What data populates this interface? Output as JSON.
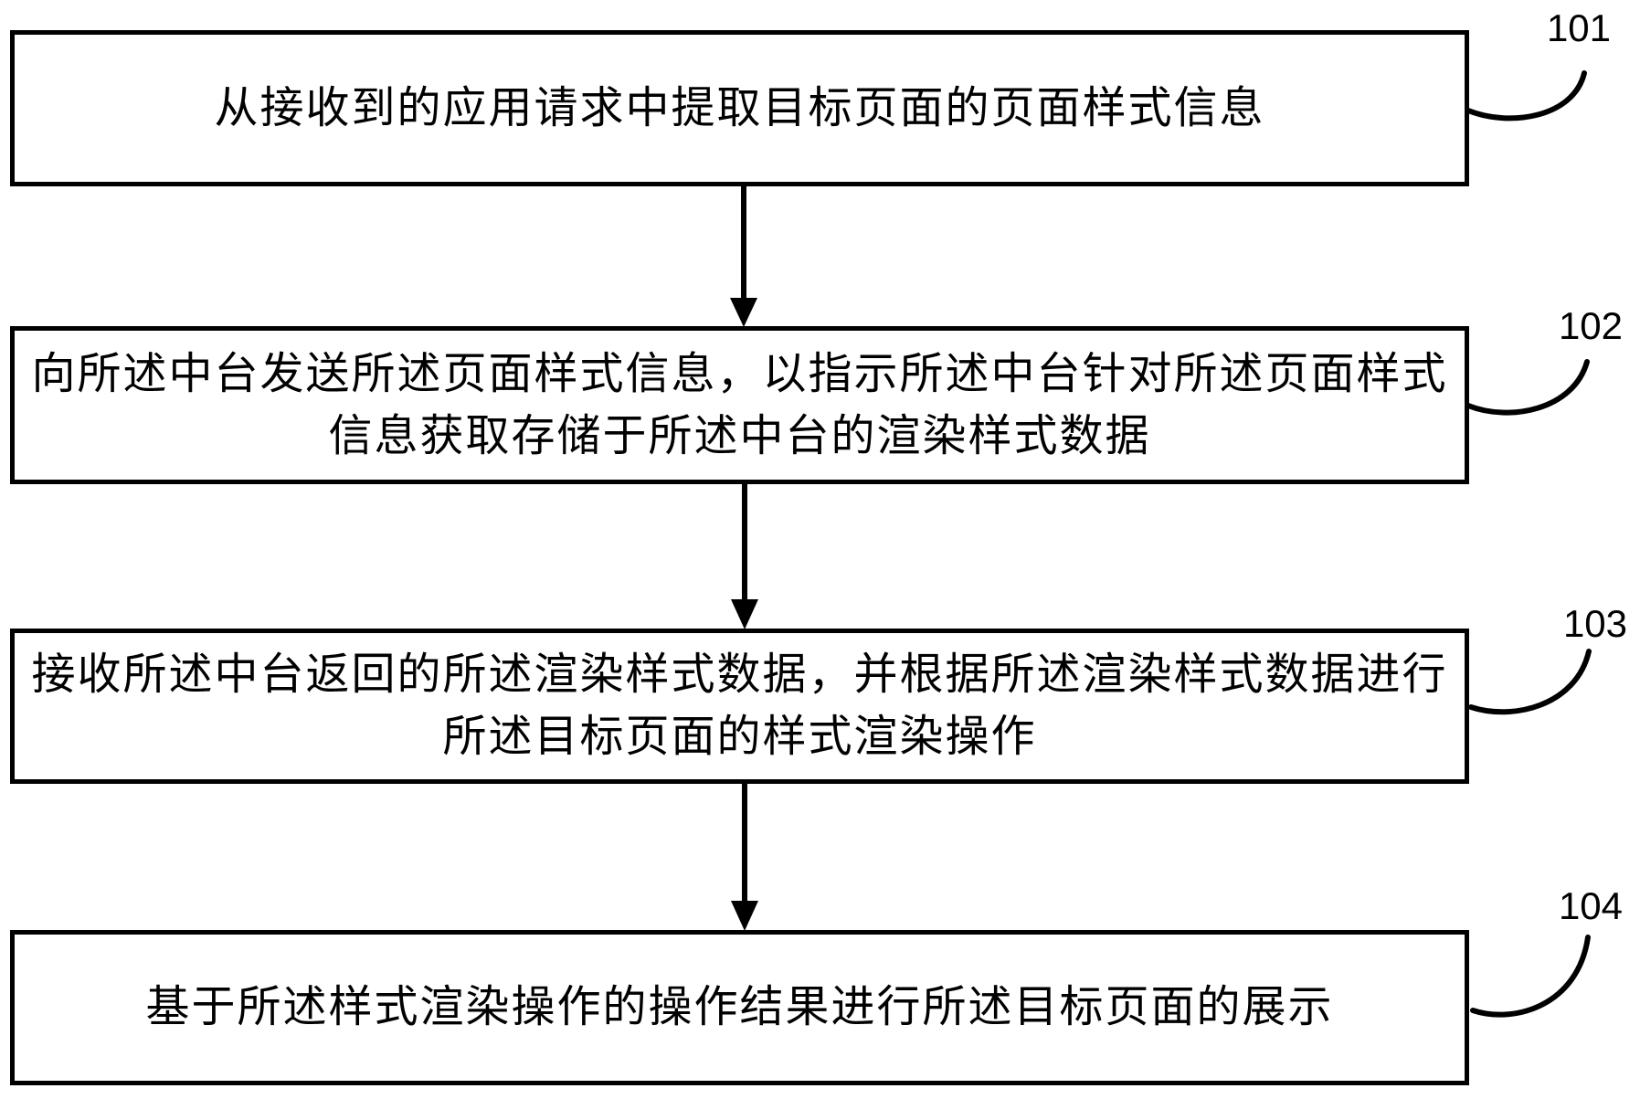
{
  "figure": {
    "type": "flowchart",
    "background_color": "#ffffff",
    "line_color": "#000000",
    "steps": [
      {
        "ref": "101",
        "lines": [
          "从接收到的应用请求中提取目标页面的页面样式信息"
        ]
      },
      {
        "ref": "102",
        "lines": [
          "向所述中台发送所述页面样式信息，以指示所述中台针对所述页面样式",
          "信息获取存储于所述中台的渲染样式数据"
        ]
      },
      {
        "ref": "103",
        "lines": [
          "接收所述中台返回的所述渲染样式数据，并根据所述渲染样式数据进行",
          "所述目标页面的样式渲染操作"
        ]
      },
      {
        "ref": "104",
        "lines": [
          "基于所述样式渲染操作的操作结果进行所述目标页面的展示"
        ]
      }
    ]
  }
}
